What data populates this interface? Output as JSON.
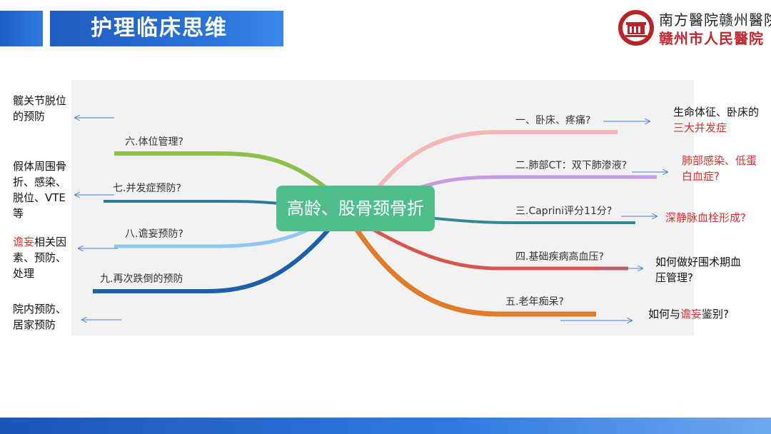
{
  "header": {
    "title": "护理临床思维"
  },
  "hospital": {
    "name_1": "南方醫院赣州醫院",
    "name_2": "赣州市人民醫院"
  },
  "center": {
    "label": "高龄、股骨颈骨折"
  },
  "right_branches": [
    {
      "label": "一、卧床、疼痛?"
    },
    {
      "label": "二.肺部CT：双下肺渗液?"
    },
    {
      "label": "三.Caprini评分11分?"
    },
    {
      "label": "四.基础疾病高血压?"
    },
    {
      "label": "五.老年痴呆?"
    }
  ],
  "left_branches": [
    {
      "label": "六.体位管理?"
    },
    {
      "label": "七.并发症预防?"
    },
    {
      "label": "八.谵妄预防?"
    },
    {
      "label": "九.再次跌倒的预防"
    }
  ],
  "right_notes": [
    {
      "pre": "生命体征、卧床的",
      "red": "三大并发症",
      "post": ""
    },
    {
      "pre": "",
      "red": "肺部感染、低蛋白血症?",
      "post": ""
    },
    {
      "pre": "",
      "red": "深静脉血栓形成?",
      "post": ""
    },
    {
      "pre": "如何做好围术期血压管理?",
      "red": "",
      "post": ""
    },
    {
      "pre": "如何与",
      "red": "谵妄",
      "post": "鉴别?"
    }
  ],
  "left_notes": [
    {
      "pre": "",
      "red": "",
      "post": "髋关节脱位的预防"
    },
    {
      "pre": "",
      "red": "",
      "post": "假体周围骨折、感染、脱位、VTE等"
    },
    {
      "pre": "",
      "red": "谵妄",
      "post": "相关因素、预防、处理"
    },
    {
      "pre": "",
      "red": "",
      "post": "院内预防、居家预防"
    }
  ],
  "colors": {
    "accent_blue": "#2a6fd6",
    "center_green": "#4fbe8c",
    "highlight_red": "#d62f2f"
  }
}
